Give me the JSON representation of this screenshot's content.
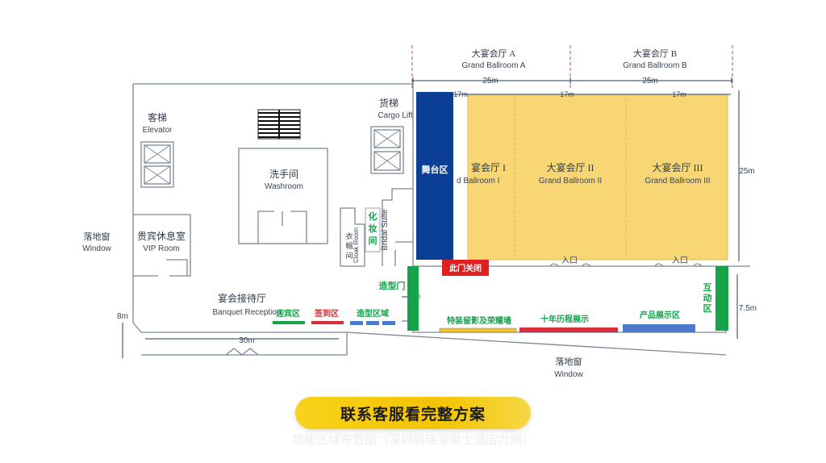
{
  "ballroom_a": {
    "cn": "大宴会厅 A",
    "en": "Grand Ballroom A"
  },
  "ballroom_b": {
    "cn": "大宴会厅 B",
    "en": "Grand Ballroom B"
  },
  "hall_1": {
    "cn": "宴会厅 I",
    "en": "d Ballroom I"
  },
  "hall_2": {
    "cn": "大宴会厅 II",
    "en": "Grand Ballroom II"
  },
  "hall_3": {
    "cn": "大宴会厅 III",
    "en": "Grand Ballroom III"
  },
  "elevator": {
    "cn": "客梯",
    "en": "Elevator"
  },
  "cargo_lift": {
    "cn": "货梯",
    "en": "Cargo Lift"
  },
  "washroom": {
    "cn": "洗手间",
    "en": "Washroom"
  },
  "vip_room": {
    "cn": "贵宾休息室",
    "en": "VIP Room"
  },
  "window_left": {
    "cn": "落地窗",
    "en": "Window"
  },
  "window_bottom": {
    "cn": "落地窗",
    "en": "Window"
  },
  "banquet_reception": {
    "cn": "宴会接待厅",
    "en": "Banquet Reception"
  },
  "cloak_room": {
    "cn1": "衣",
    "cn2": "帽",
    "cn3": "间",
    "en": "Cloak Room"
  },
  "bridal_suite": {
    "en": "Bridal Suite"
  },
  "zones": {
    "stage": "舞台区",
    "makeup": [
      "化",
      "妆",
      "间"
    ],
    "door_closed": "此门关闭",
    "arch_door": "造型门",
    "welcome": "迎宾区",
    "signin": "签到区",
    "styling": "造型区域",
    "photo_wall": "特装留影及荣耀墙",
    "history": "十年历程展示",
    "product": "产品展示区",
    "interactive": [
      "互",
      "动",
      "区"
    ],
    "entrance_1": "入口",
    "entrance_2": "入口"
  },
  "dimensions": {
    "width_a": "25m",
    "width_b": "25m",
    "sub_1": "17m",
    "sub_2": "17m",
    "sub_3": "17m",
    "depth": "25m",
    "side": "7.5m",
    "left": "8m",
    "bottom": "30m",
    "arch_gap": "5m"
  },
  "colors": {
    "stage": "#0b3f95",
    "ballroom": "#f8d674",
    "green": "#16a34a",
    "red": "#d62f3a",
    "blue": "#4a7ac9",
    "yellow": "#f0c22a",
    "closed": "#e02020"
  },
  "cta": {
    "label": "联系客服看完整方案"
  },
  "caption": "功能区域布置图（深圳鹏瑞莱佛士酒店为例）"
}
